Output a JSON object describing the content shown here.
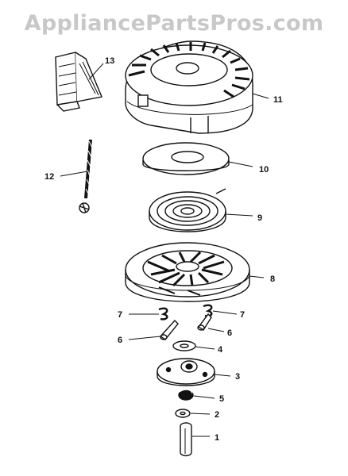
{
  "watermark": "AppliancePartsPros.com",
  "parts": [
    {
      "number": "1"
    },
    {
      "number": "2"
    },
    {
      "number": "3"
    },
    {
      "number": "4"
    },
    {
      "number": "5"
    },
    {
      "number": "6"
    },
    {
      "number": "6"
    },
    {
      "number": "7"
    },
    {
      "number": "7"
    },
    {
      "number": "8"
    },
    {
      "number": "9"
    },
    {
      "number": "10"
    },
    {
      "number": "11"
    },
    {
      "number": "12"
    },
    {
      "number": "13"
    }
  ]
}
